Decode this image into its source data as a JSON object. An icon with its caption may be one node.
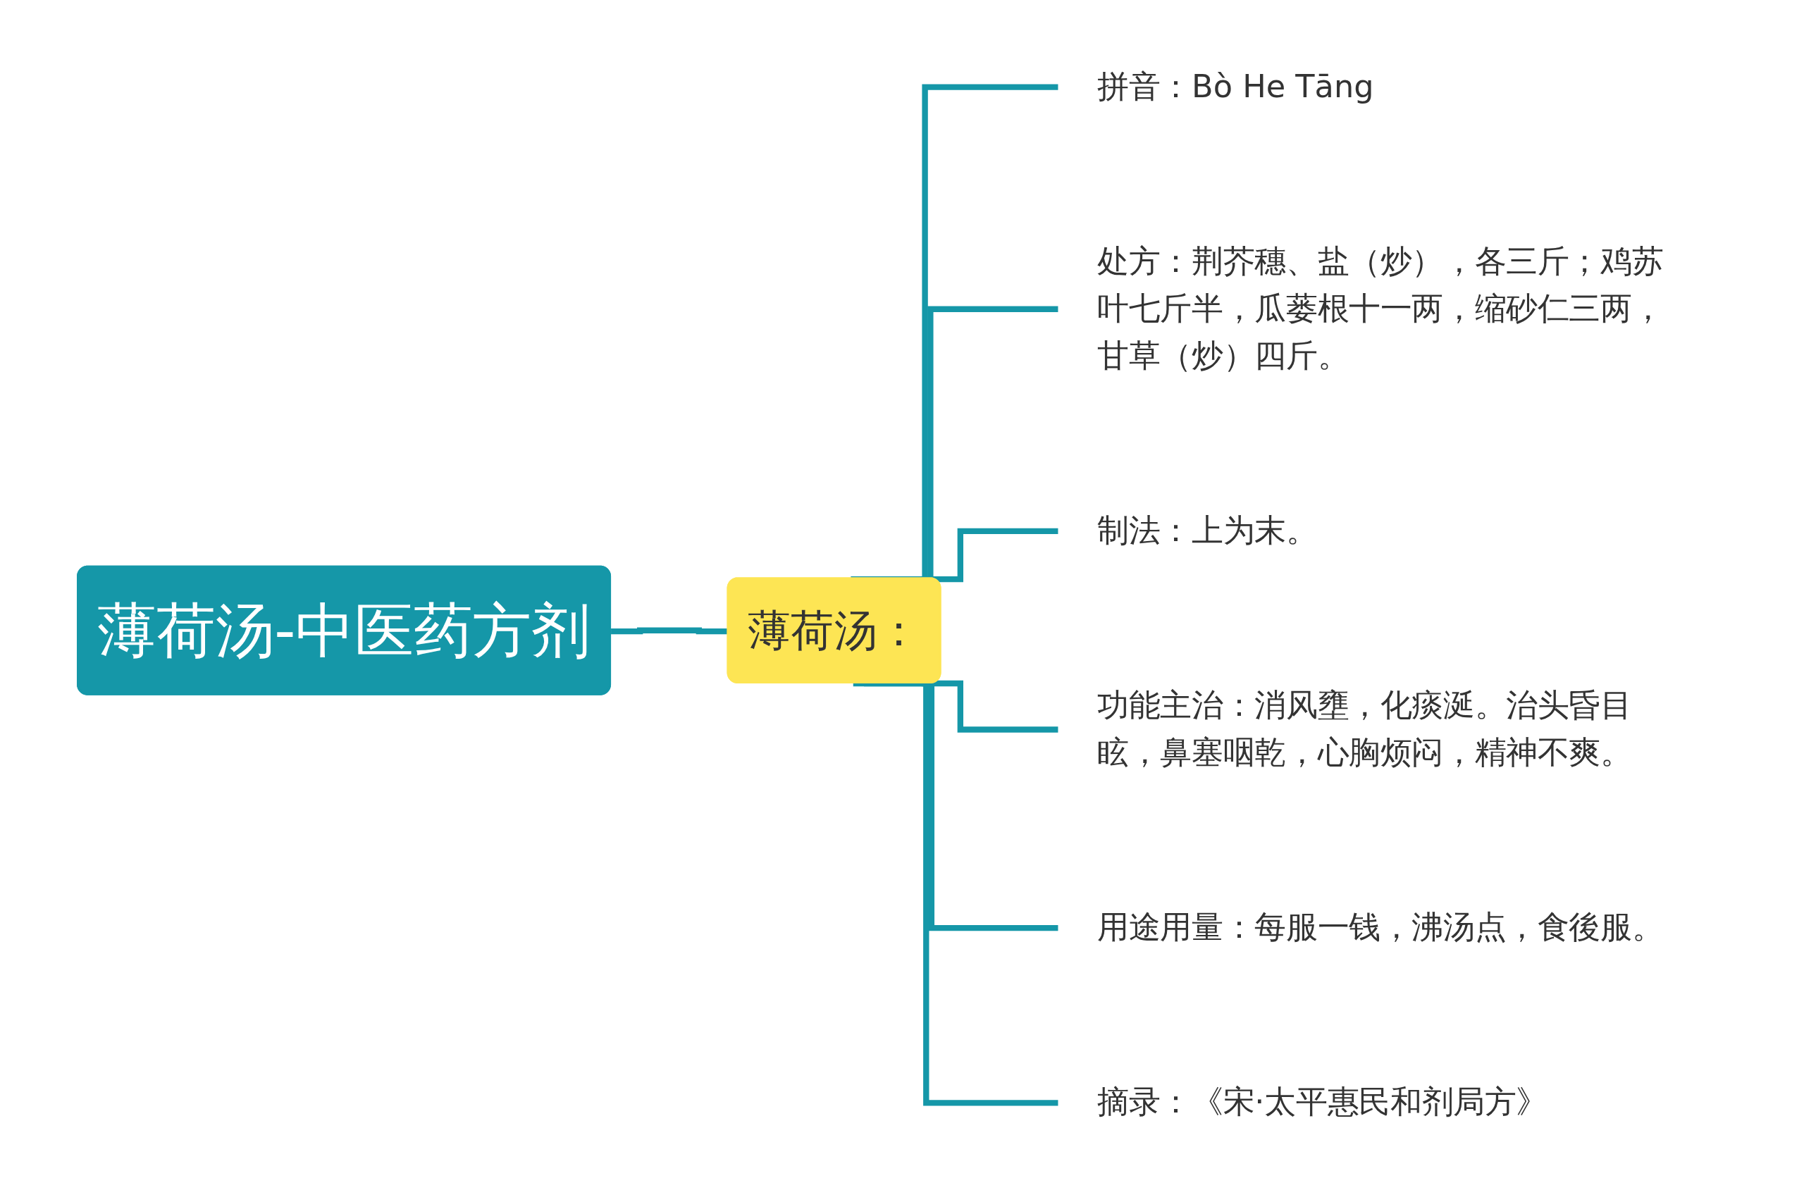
{
  "diagram": {
    "nodes": [
      {
        "text": [
          "薄荷汤-中医药方剂"
        ]
      },
      {
        "text": [
          "薄荷汤："
        ]
      },
      {
        "text": [
          "拼音：Bò He Tāng"
        ]
      },
      {
        "text": [
          "处方：荆芥穗、盐（炒），各三斤；鸡苏叶七斤半，瓜蒌根十一两，缩砂仁三两，甘草（炒）四斤。"
        ]
      },
      {
        "text": [
          "制法：上为末。"
        ]
      },
      {
        "text": [
          "功能主治：消风壅，化痰涎。治头昏目眩，鼻塞咽乾，心胸烦闷，精神不爽。"
        ]
      },
      {
        "text": [
          "用途用量：每服一钱，沸汤点，食後服。"
        ]
      },
      {
        "text": [
          "摘录：《宋·太平惠民和剂局方》"
        ]
      }
    ],
    "edges": [
      {
        "from": 0,
        "to": 1,
        "arrow": "none"
      },
      {
        "from": 1,
        "to": 2,
        "arrow": "none"
      },
      {
        "from": 1,
        "to": 3,
        "arrow": "none"
      },
      {
        "from": 1,
        "to": 4,
        "arrow": "none"
      },
      {
        "from": 1,
        "to": 5,
        "arrow": "none"
      },
      {
        "from": 1,
        "to": 6,
        "arrow": "none"
      },
      {
        "from": 1,
        "to": 7,
        "arrow": "none"
      }
    ]
  }
}
